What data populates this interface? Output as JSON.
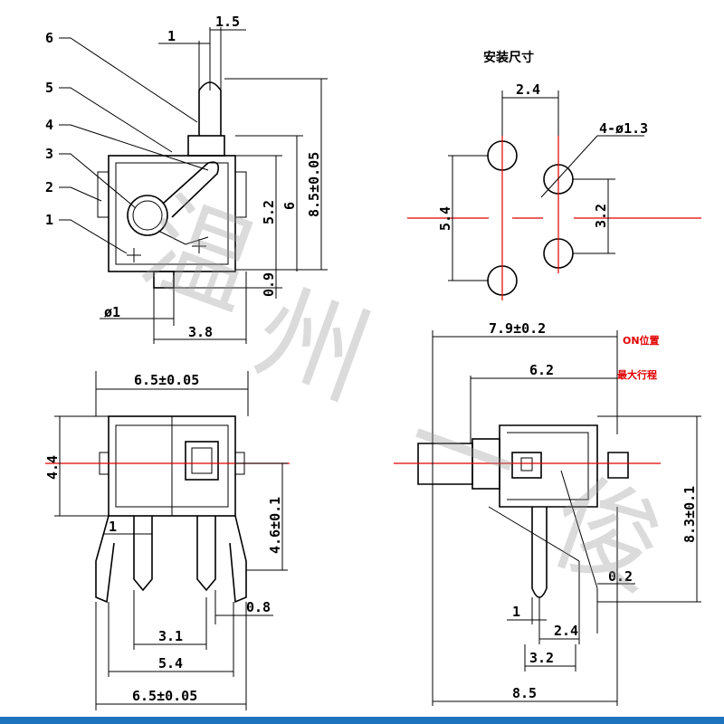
{
  "top_left": {
    "dims": {
      "d1": "1",
      "d15": "1.5",
      "d85": "8.5±0.05",
      "d6": "6",
      "d52": "5.2",
      "d09": "0.9",
      "dphi1": "ø1",
      "d38": "3.8"
    },
    "callouts": [
      "6",
      "5",
      "4",
      "3",
      "2",
      "1"
    ]
  },
  "top_right": {
    "title": "安装尺寸",
    "dims": {
      "d24": "2.4",
      "hole": "4-ø1.3",
      "d54": "5.4",
      "d32": "3.2"
    }
  },
  "bottom_left": {
    "dims": {
      "d65top": "6.5±0.05",
      "d44": "4.4",
      "d46": "4.6±0.1",
      "d1": "1",
      "d08": "0.8",
      "d31": "3.1",
      "d54": "5.4",
      "d65bot": "6.5±0.05"
    }
  },
  "bottom_right": {
    "dims": {
      "d79": "7.9±0.2",
      "d62": "6.2",
      "d83": "8.3±0.1",
      "d02": "0.2",
      "d1": "1",
      "d24": "2.4",
      "d32": "3.2",
      "d85": "8.5"
    },
    "labels": {
      "on_pos": "ON位置",
      "max_travel": "最大行程"
    }
  },
  "watermark": [
    "温",
    "州",
    "一",
    "俊"
  ],
  "colors": {
    "centerline": "#e00000",
    "lines": "#000000",
    "bottom_bar": "#1e73be"
  }
}
